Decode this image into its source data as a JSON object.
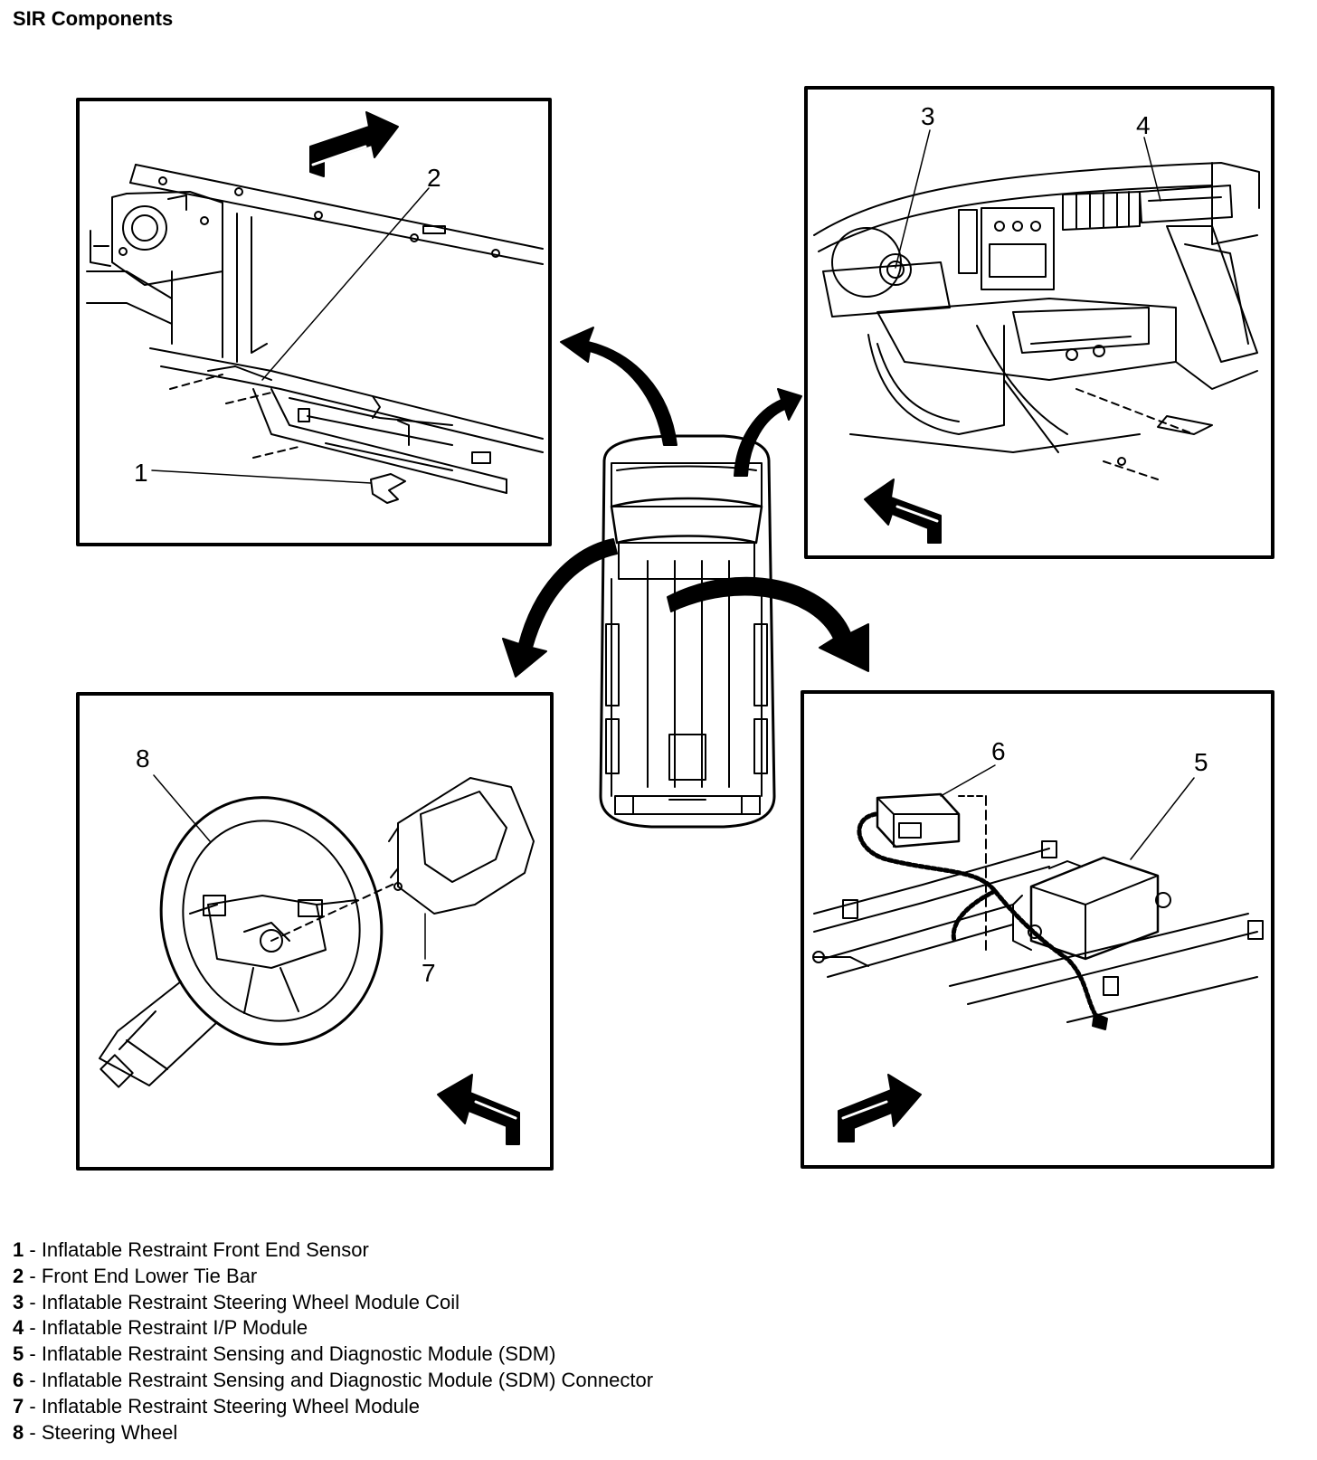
{
  "title": "SIR Components",
  "callouts": [
    {
      "num": "1"
    },
    {
      "num": "2"
    },
    {
      "num": "3"
    },
    {
      "num": "4"
    },
    {
      "num": "5"
    },
    {
      "num": "6"
    },
    {
      "num": "7"
    },
    {
      "num": "8"
    }
  ],
  "legend": [
    {
      "num": "1",
      "sep": " - ",
      "text": "Inflatable Restraint Front End Sensor"
    },
    {
      "num": "2",
      "sep": " - ",
      "text": "Front End Lower Tie Bar"
    },
    {
      "num": "3",
      "sep": " - ",
      "text": "Inflatable Restraint Steering Wheel Module Coil"
    },
    {
      "num": "4",
      "sep": " - ",
      "text": "Inflatable Restraint I/P Module"
    },
    {
      "num": "5",
      "sep": " - ",
      "text": "Inflatable Restraint Sensing and Diagnostic Module (SDM)"
    },
    {
      "num": "6",
      "sep": " - ",
      "text": "Inflatable Restraint Sensing and Diagnostic Module (SDM) Connector"
    },
    {
      "num": "7",
      "sep": " - ",
      "text": "Inflatable Restraint Steering Wheel Module"
    },
    {
      "num": "8",
      "sep": " - ",
      "text": "Steering Wheel"
    }
  ],
  "icons": [
    "front-direction-arrow-icon",
    "location-arrow-icon"
  ]
}
